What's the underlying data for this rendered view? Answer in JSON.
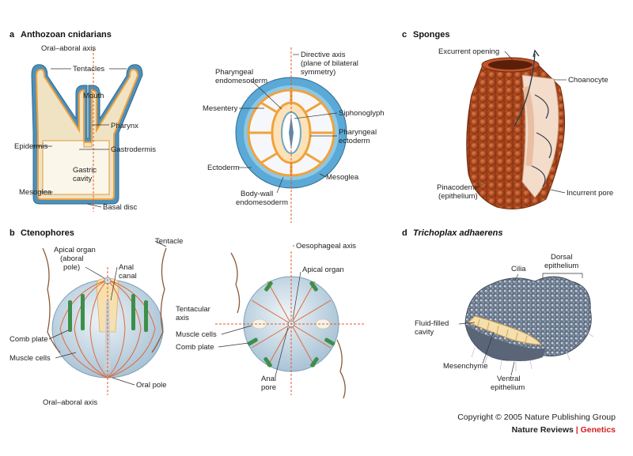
{
  "panels": {
    "a": {
      "letter": "a",
      "title": "Anthozoan cnidarians"
    },
    "b": {
      "letter": "b",
      "title": "Ctenophores"
    },
    "c": {
      "letter": "c",
      "title": "Sponges"
    },
    "d": {
      "letter": "d",
      "title": "Trichoplax adhaerens"
    }
  },
  "anthozoan_side": {
    "oral_aboral_axis": "Oral–aboral axis",
    "tentacles": "Tentacles",
    "mouth": "Mouth",
    "pharynx": "Pharynx",
    "epidermis": "Epidermis",
    "gastrodermis": "Gastrodermis",
    "gastric_cavity_1": "Gastric",
    "gastric_cavity_2": "cavity",
    "mesoglea": "Mesoglea",
    "basal_disc": "Basal disc"
  },
  "anthozoan_cross": {
    "directive_axis_1": "Directive axis",
    "directive_axis_2": "(plane of bilateral",
    "directive_axis_3": "symmetry)",
    "pharyngeal_endomesoderm_1": "Pharyngeal",
    "pharyngeal_endomesoderm_2": "endomesoderm",
    "mesentery": "Mesentery",
    "siphonoglyph": "Siphonoglyph",
    "pharyngeal_ectoderm_1": "Pharyngeal",
    "pharyngeal_ectoderm_2": "ectoderm",
    "ectoderm": "Ectoderm",
    "mesoglea": "Mesoglea",
    "bodywall_1": "Body-wall",
    "bodywall_2": "endomesoderm"
  },
  "sponge": {
    "excurrent_opening": "Excurrent opening",
    "choanocyte": "Choanocyte",
    "pinacoderm_1": "Pinacoderm",
    "pinacoderm_2": "(epithelium)",
    "incurrent_pore": "Incurrent pore"
  },
  "ctenophore_side": {
    "tentacle": "Tentacle",
    "apical_organ_1": "Apical organ",
    "apical_organ_2": "(aboral",
    "apical_organ_3": "pole)",
    "anal_canal_1": "Anal",
    "anal_canal_2": "canal",
    "comb_plate": "Comb plate",
    "muscle_cells": "Muscle cells",
    "oral_pole": "Oral pole",
    "oral_aboral_axis": "Oral–aboral axis"
  },
  "ctenophore_top": {
    "oesophageal_axis": "Oesophageal axis",
    "apical_organ": "Apical organ",
    "tentacular_axis_1": "Tentacular",
    "tentacular_axis_2": "axis",
    "muscle_cells": "Muscle cells",
    "comb_plate": "Comb plate",
    "anal_pore_1": "Anal",
    "anal_pore_2": "pore"
  },
  "trichoplax": {
    "cilia": "Cilia",
    "dorsal_epithelium_1": "Dorsal",
    "dorsal_epithelium_2": "epithelium",
    "fluid_filled_1": "Fluid-filled",
    "fluid_filled_2": "cavity",
    "mesenchyme": "Mesenchyme",
    "ventral_epithelium_1": "Ventral",
    "ventral_epithelium_2": "epithelium"
  },
  "footer": {
    "copyright": "Copyright © 2005 Nature Publishing Group",
    "journal": "Nature Reviews",
    "separator": "|",
    "section": "Genetics"
  },
  "colors": {
    "axis": "#e0582a",
    "cnidarian_outer": "#4f8fb8",
    "cnidarian_inner": "#f0a23c",
    "sponge": "#b54a1c",
    "ctenophore": "#c9dbe8",
    "comb": "#3c8f4a",
    "trichoplax": "#6f7f96",
    "accent": "#d21f1f"
  }
}
